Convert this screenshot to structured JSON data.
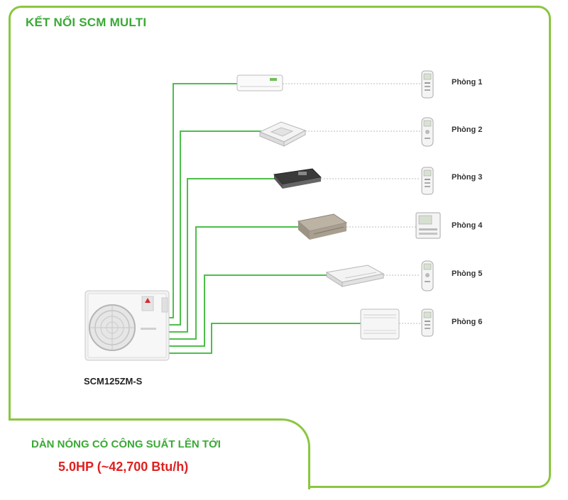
{
  "title": "KẾT NỐI SCM MULTI",
  "outdoor_unit": {
    "model": "SCM125ZM-S"
  },
  "rooms": [
    {
      "label": "Phòng 1",
      "indoor_unit": "wall-mounted",
      "remote": "handheld"
    },
    {
      "label": "Phòng 2",
      "indoor_unit": "ceiling-cassette",
      "remote": "handheld"
    },
    {
      "label": "Phòng 3",
      "indoor_unit": "slim-duct",
      "remote": "handheld"
    },
    {
      "label": "Phòng 4",
      "indoor_unit": "ducted",
      "remote": "wired-panel"
    },
    {
      "label": "Phòng 5",
      "indoor_unit": "ceiling-suspended",
      "remote": "handheld"
    },
    {
      "label": "Phòng 6",
      "indoor_unit": "floor-standing",
      "remote": "handheld"
    }
  ],
  "footer": {
    "subtitle": "DÀN NÓNG CÓ CÔNG SUẤT LÊN TỚI",
    "capacity": "5.0HP (~42,700 Btu/h)"
  },
  "colors": {
    "accent_green": "#3aa935",
    "frame_green": "#8cc63f",
    "pipe_green": "#4cbf4a",
    "capacity_red": "#e02020"
  }
}
